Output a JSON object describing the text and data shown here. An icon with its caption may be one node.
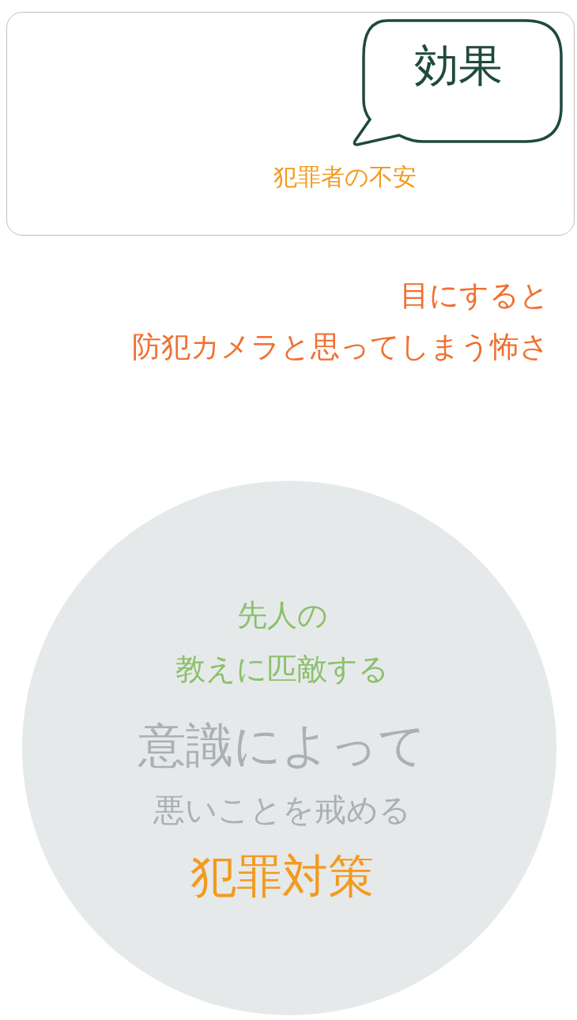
{
  "diagram": {
    "nodes": [
      {
        "text": [
          "犯罪者の不安"
        ]
      },
      {
        "text": [
          "効果"
        ],
        "in": 0
      },
      {
        "text": [
          "先人の",
          "教えに匹敵する",
          "意識によって",
          "悪いことを戒める",
          "犯罪対策"
        ]
      }
    ],
    "labels": [
      "目にすると",
      "防犯カメラと思ってしまう怖さ"
    ]
  }
}
